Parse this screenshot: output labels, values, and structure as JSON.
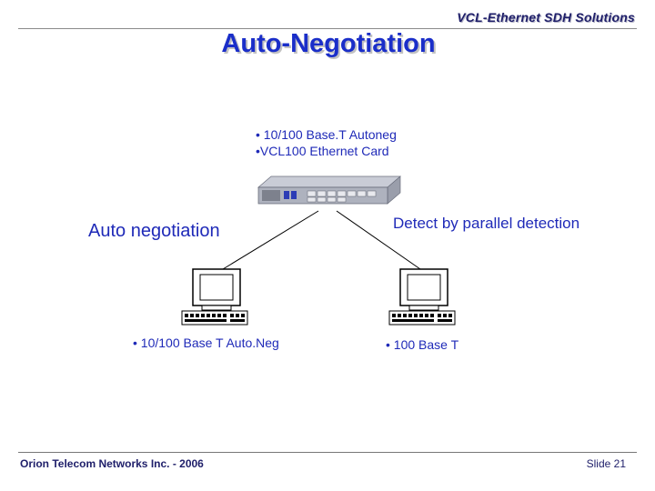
{
  "header": {
    "title": "VCL-Ethernet SDH Solutions"
  },
  "slide": {
    "title": "Auto-Negotiation",
    "device_bullets": [
      "10/100 Base.T Autoneg",
      "VCL100 Ethernet Card"
    ],
    "left_label": "Auto negotiation",
    "right_label": "Detect by parallel detection",
    "left_pc_bullet": "10/100 Base T Auto.Neg",
    "right_pc_bullet": "100 Base T"
  },
  "footer": {
    "company": "Orion Telecom Networks Inc. - 2006",
    "slide_number": "Slide 21"
  },
  "colors": {
    "title": "#1a2ec9",
    "text": "#1f2ab8",
    "header": "#1f1f6a"
  },
  "icons": [
    "network-device-icon",
    "computer-icon"
  ]
}
